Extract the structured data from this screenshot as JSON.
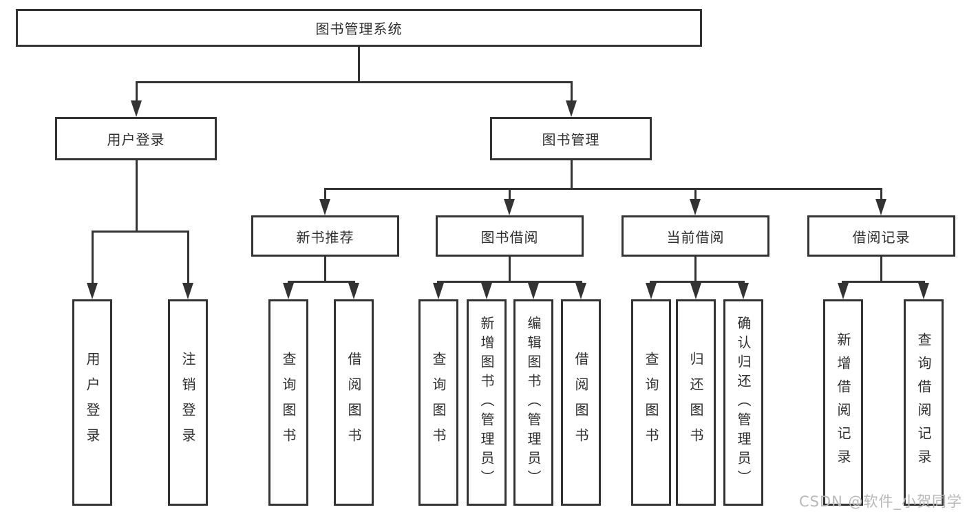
{
  "diagram": {
    "root": {
      "label": "图书管理系统"
    },
    "branches": [
      {
        "label": "用户登录",
        "children": [
          {
            "label": "用户登录"
          },
          {
            "label": "注销登录"
          }
        ]
      },
      {
        "label": "图书管理",
        "children": [
          {
            "label": "新书推荐",
            "children": [
              {
                "label": "查询图书"
              },
              {
                "label": "借阅图书"
              }
            ]
          },
          {
            "label": "图书借阅",
            "children": [
              {
                "label": "查询图书"
              },
              {
                "label": "新增图书（管理员）"
              },
              {
                "label": "编辑图书（管理员）"
              },
              {
                "label": "借阅图书"
              }
            ]
          },
          {
            "label": "当前借阅",
            "children": [
              {
                "label": "查询图书"
              },
              {
                "label": "归还图书"
              },
              {
                "label": "确认归还（管理员）"
              }
            ]
          },
          {
            "label": "借阅记录",
            "children": [
              {
                "label": "新增借阅记录"
              },
              {
                "label": "查询借阅记录"
              }
            ]
          }
        ]
      }
    ]
  },
  "watermark": "CSDN @软件_小贺同学",
  "colors": {
    "line": "#333333",
    "text": "#2f2f2f",
    "box_fill": "#ffffff",
    "background": "#ffffff",
    "watermark": "#b8b8b8"
  }
}
